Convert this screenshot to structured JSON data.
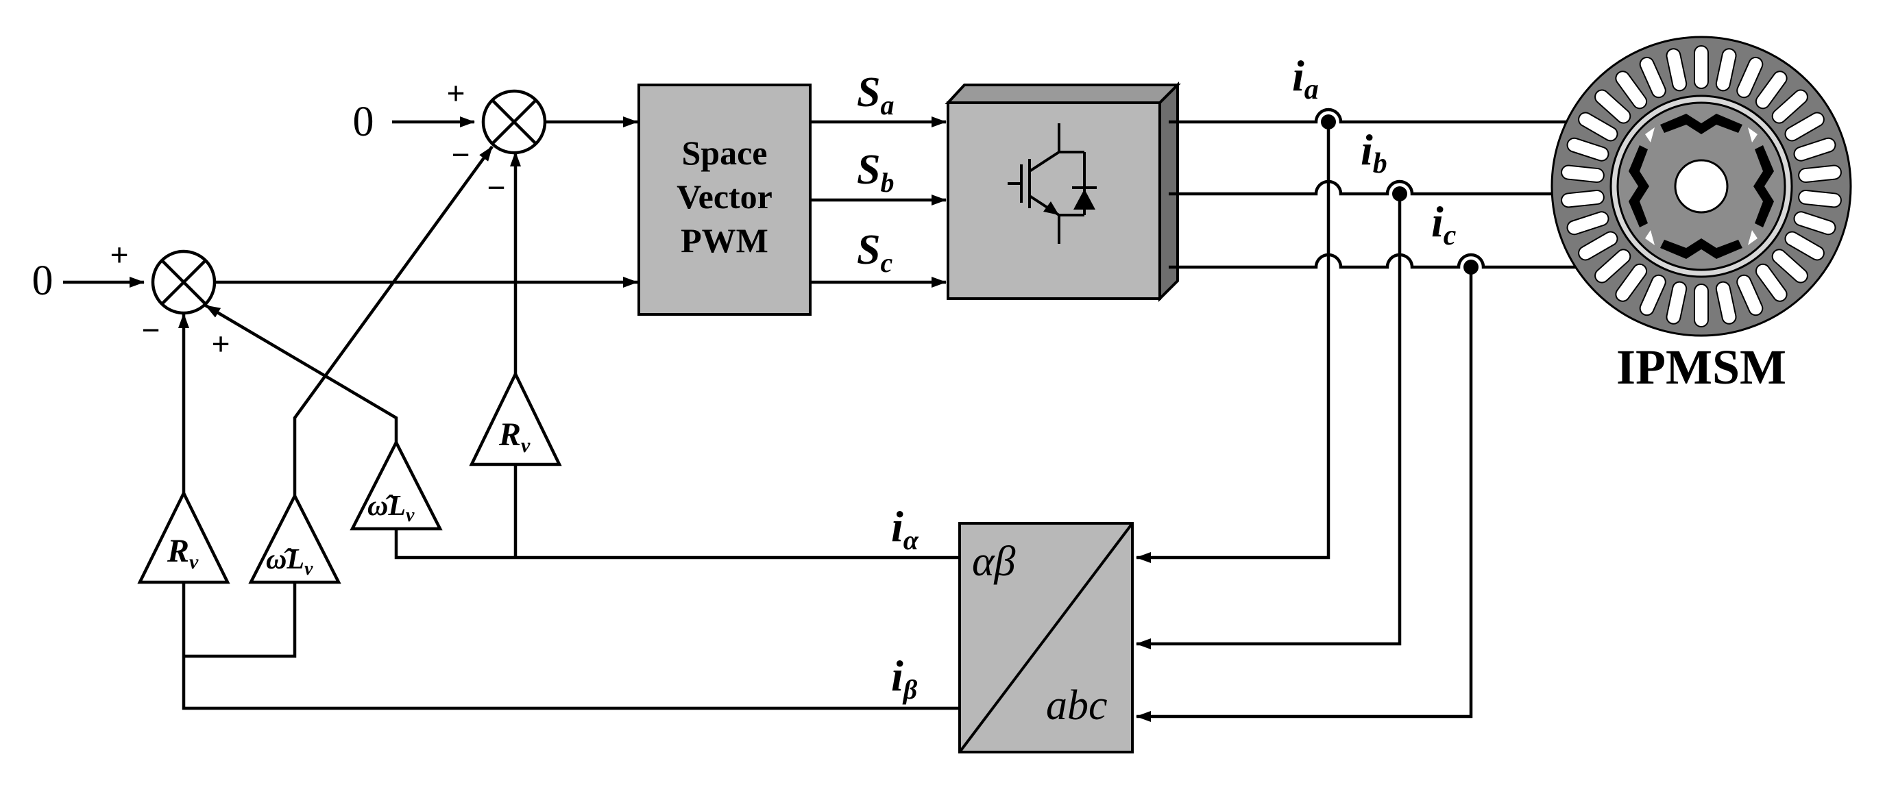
{
  "inputs": {
    "upper_ref": "0",
    "lower_ref": "0"
  },
  "summers": {
    "upper": {
      "plus": "+",
      "minus_left": "−",
      "minus_bottom": "−"
    },
    "lower": {
      "plus": "+",
      "minus": "−",
      "plus_lower": "+"
    }
  },
  "svpwm": {
    "line1": "Space",
    "line2": "Vector",
    "line3": "PWM"
  },
  "switch_signals": {
    "sa": {
      "main": "S",
      "sub": "a"
    },
    "sb": {
      "main": "S",
      "sub": "b"
    },
    "sc": {
      "main": "S",
      "sub": "c"
    }
  },
  "phase_currents": {
    "ia": {
      "main": "i",
      "sub": "a"
    },
    "ib": {
      "main": "i",
      "sub": "b"
    },
    "ic": {
      "main": "i",
      "sub": "c"
    }
  },
  "motor": {
    "label": "IPMSM"
  },
  "transform": {
    "top": "αβ",
    "bottom": "abc"
  },
  "feedback": {
    "i_alpha": {
      "main": "i",
      "sub": "α"
    },
    "i_beta": {
      "main": "i",
      "sub": "β"
    }
  },
  "gains": {
    "rv_upper": {
      "main": "R",
      "sub": "v"
    },
    "wl_upper": {
      "hat": "ω̂",
      "main": "L",
      "sub": "v"
    },
    "rv_lower": {
      "main": "R",
      "sub": "v"
    },
    "wl_lower": {
      "hat": "ω̂",
      "main": "L",
      "sub": "v"
    }
  },
  "colors": {
    "block_fill": "#b8b8b8",
    "line": "#000000",
    "motor_ring": "#7a7a7a"
  }
}
